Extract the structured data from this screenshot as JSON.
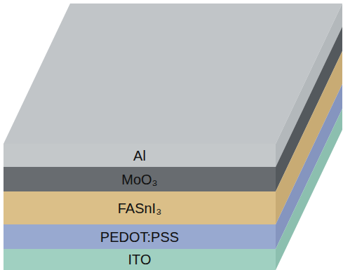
{
  "diagram": {
    "nodes": [
      {
        "text": [
          "Al"
        ]
      },
      {
        "text": [
          "MoO₃"
        ]
      },
      {
        "text": [
          "FASnI₃"
        ]
      },
      {
        "text": [
          "PEDOT:PSS"
        ]
      },
      {
        "text": [
          "ITO"
        ]
      }
    ]
  }
}
